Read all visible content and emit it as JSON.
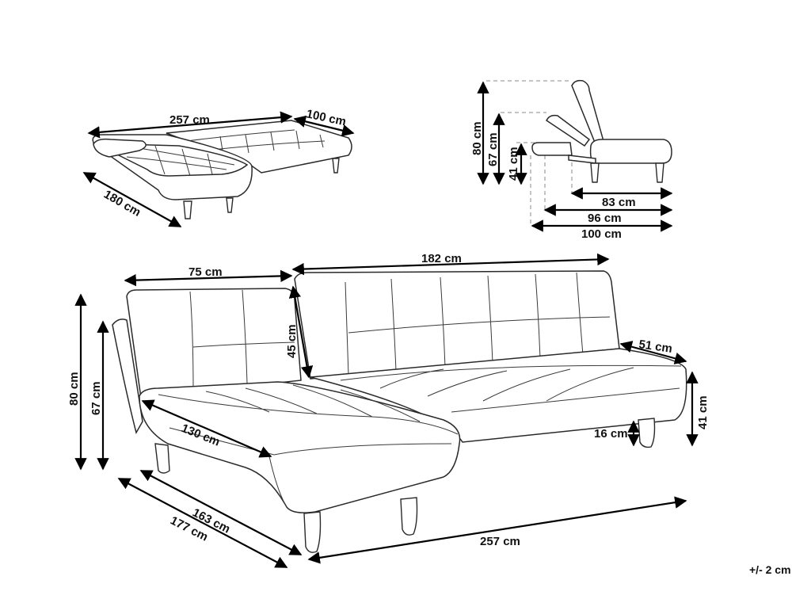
{
  "diagram": {
    "top_view": {
      "length": "257  cm",
      "depth": "100 cm",
      "chaise_length": "180 cm"
    },
    "side_view": {
      "back_height": "80 cm",
      "reclined_height": "67 cm",
      "seat_height": "41 cm",
      "seat_depth": "83 cm",
      "mid_depth": "96 cm",
      "full_depth": "100 cm"
    },
    "main_view": {
      "chaise_width": "75 cm",
      "sofa_width": "182 cm",
      "backrest_height": "45 cm",
      "arm_depth": "51 cm",
      "total_height": "80 cm",
      "low_height": "67 cm",
      "seat_height": "41 cm",
      "leg_height": "16 cm",
      "chaise_seat": "130 cm",
      "side_depth_1": "163 cm",
      "side_depth_2": "177 cm",
      "total_length": "257  cm"
    },
    "tolerance": "+/- 2 cm"
  }
}
